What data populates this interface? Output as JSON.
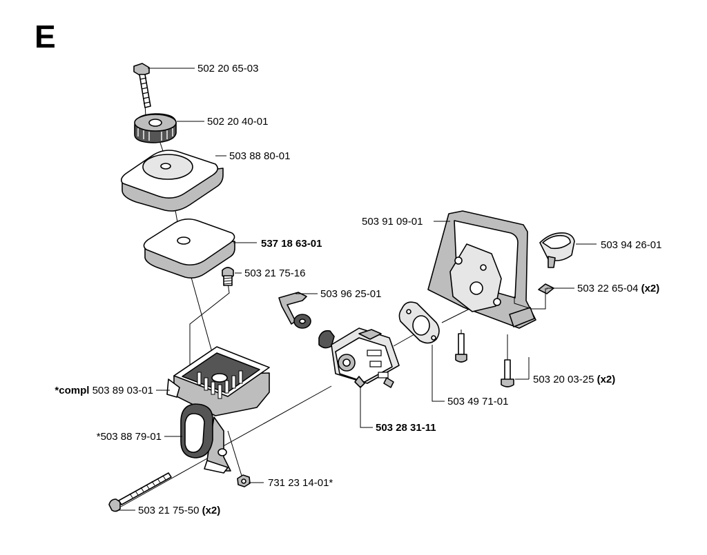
{
  "section_letter": "E",
  "labels": {
    "bolt_top": {
      "number": "502 20 65-03"
    },
    "knob": {
      "number": "502 20 40-01"
    },
    "air_filter_cover": {
      "number": "503 88 80-01"
    },
    "air_filter": {
      "number": "537 18 63-01"
    },
    "screw_small": {
      "number": "503 21 75-16"
    },
    "choke_lever": {
      "number": "503 96 25-01"
    },
    "intake_manifold": {
      "number": "503 91 09-01"
    },
    "clamp": {
      "number": "503 94 26-01"
    },
    "nut_square": {
      "number": "503 22 65-04",
      "suffix": "(x2)"
    },
    "screw_flange": {
      "number": "503 20 03-25",
      "suffix": "(x2)"
    },
    "gasket": {
      "number": "503 49 71-01"
    },
    "carburetor": {
      "number": "503 28 31-11"
    },
    "filter_housing": {
      "prefix": "*compl",
      "number": "503 89 03-01"
    },
    "throttle_trigger": {
      "number": "*503 88 79-01"
    },
    "hex_nut": {
      "number": "731 23 14-01*"
    },
    "long_screw": {
      "number": "503 21 75-50",
      "suffix": "(x2)"
    }
  }
}
